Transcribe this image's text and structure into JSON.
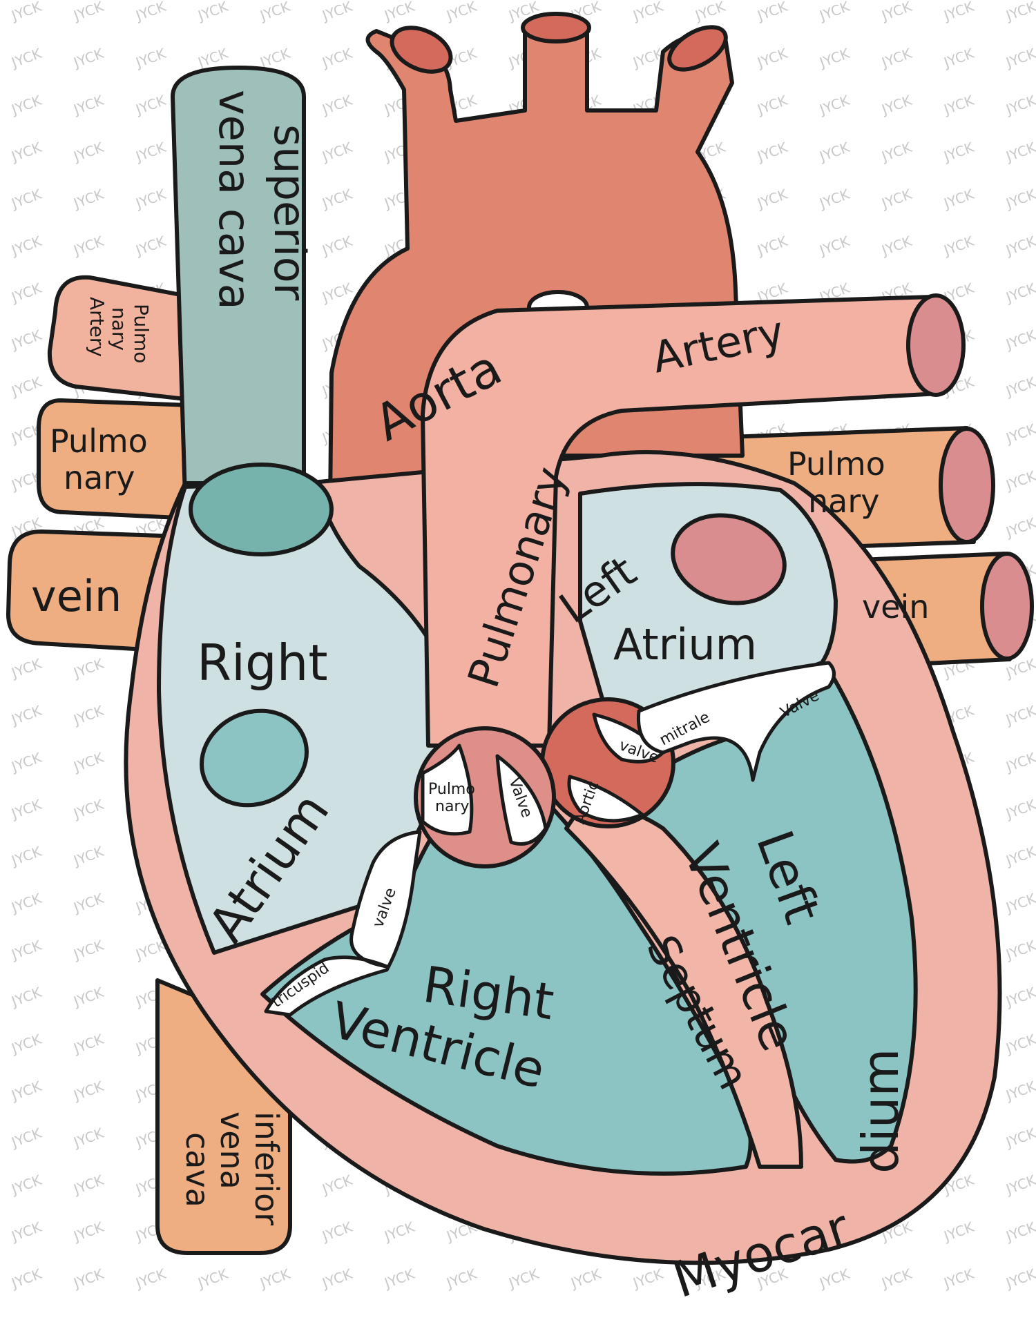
{
  "watermark": "JYCK",
  "colors": {
    "outline": "#1a1a1a",
    "aorta": "#df8570",
    "aorta_dark": "#d36a5c",
    "pulmonary_artery": "#f2b1a2",
    "vessel_end": "#d98d8f",
    "vein": "#eeae82",
    "pulmonary_vein_upper": "#f1b29e",
    "vena_cava": "#9ebfba",
    "vena_cava_opening": "#76b3ad",
    "atrium": "#cfe0e2",
    "ventricle": "#8cc3c3",
    "myocardium": "#efb3a7",
    "septum": "#f2b6a8",
    "valve": "#ffffff"
  },
  "labels": {
    "aorta": "Aorta",
    "superior_vena_cava_line1": "superior",
    "superior_vena_cava_line2": "vena cava",
    "pulmonary_artery_left_line1": "Pulmo",
    "pulmonary_artery_left_line2": "nary",
    "pulmonary_artery_left_line3": "Artery",
    "pulmonary_vein_left_line1": "Pulmo",
    "pulmonary_vein_left_line2": "nary",
    "vein_left": "vein",
    "pulmonary_artery_main": "Pulmonary Artery",
    "pulmonary_vein_right_line1": "Pulmo",
    "pulmonary_vein_right_line2": "nary",
    "vein_right": "vein",
    "left_atrium_line1": "Left",
    "left_atrium_line2": "Atrium",
    "right_atrium_line1": "Right",
    "right_atrium_line2": "Atrium",
    "mitrale": "mitrale",
    "mitral_valve": "Valve",
    "aortic_valve_line1": "valve",
    "aortic_valve_line2": "Aortic",
    "pulmonary_valve_line1": "Pulmo",
    "pulmonary_valve_line2": "nary",
    "pulmonary_valve_line3": "Valve",
    "tricuspid": "tricuspid",
    "tricuspid_valve": "valve",
    "right_ventricle_line1": "Right",
    "right_ventricle_line2": "Ventricle",
    "left_ventricle_line1": "Left",
    "left_ventricle_line2": "Ventricle",
    "septum": "Septum",
    "myocardium": "Myocardium",
    "inferior_vena_cava_line1": "inferior",
    "inferior_vena_cava_line2": "vena",
    "inferior_vena_cava_line3": "cava"
  }
}
